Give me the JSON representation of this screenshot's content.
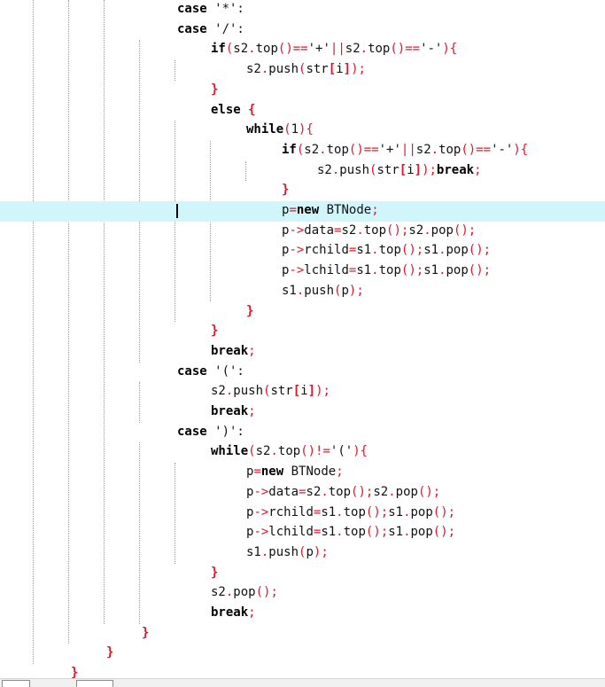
{
  "editor": {
    "highlighted_line": 10,
    "lines": [
      {
        "indent": 4,
        "tokens": [
          {
            "t": "kw",
            "v": "case"
          },
          {
            "t": "tx",
            "v": " '*':"
          }
        ]
      },
      {
        "indent": 4,
        "tokens": [
          {
            "t": "kw",
            "v": "case"
          },
          {
            "t": "tx",
            "v": " '/':"
          }
        ]
      },
      {
        "indent": 5,
        "tokens": [
          {
            "t": "kw",
            "v": "if"
          },
          {
            "t": "op",
            "v": "("
          },
          {
            "t": "id",
            "v": "s2"
          },
          {
            "t": "op",
            "v": "."
          },
          {
            "t": "id",
            "v": "top"
          },
          {
            "t": "op",
            "v": "()=="
          },
          {
            "t": "tx",
            "v": "'+'"
          },
          {
            "t": "op",
            "v": "||"
          },
          {
            "t": "id",
            "v": "s2"
          },
          {
            "t": "op",
            "v": "."
          },
          {
            "t": "id",
            "v": "top"
          },
          {
            "t": "op",
            "v": "()=="
          },
          {
            "t": "tx",
            "v": "'-'"
          },
          {
            "t": "op",
            "v": "){"
          }
        ]
      },
      {
        "indent": 6,
        "tokens": [
          {
            "t": "id",
            "v": "s2"
          },
          {
            "t": "op",
            "v": "."
          },
          {
            "t": "id",
            "v": "push"
          },
          {
            "t": "op",
            "v": "("
          },
          {
            "t": "id",
            "v": "str"
          },
          {
            "t": "br",
            "v": "["
          },
          {
            "t": "id",
            "v": "i"
          },
          {
            "t": "br",
            "v": "]"
          },
          {
            "t": "op",
            "v": ");"
          }
        ]
      },
      {
        "indent": 5,
        "tokens": [
          {
            "t": "br",
            "v": "}"
          }
        ]
      },
      {
        "indent": 5,
        "tokens": [
          {
            "t": "kw",
            "v": "else"
          },
          {
            "t": "tx",
            "v": " "
          },
          {
            "t": "br",
            "v": "{"
          }
        ]
      },
      {
        "indent": 6,
        "tokens": [
          {
            "t": "kw",
            "v": "while"
          },
          {
            "t": "op",
            "v": "("
          },
          {
            "t": "tx",
            "v": "1"
          },
          {
            "t": "op",
            "v": "){"
          }
        ]
      },
      {
        "indent": 7,
        "tokens": [
          {
            "t": "kw",
            "v": "if"
          },
          {
            "t": "op",
            "v": "("
          },
          {
            "t": "id",
            "v": "s2"
          },
          {
            "t": "op",
            "v": "."
          },
          {
            "t": "id",
            "v": "top"
          },
          {
            "t": "op",
            "v": "()=="
          },
          {
            "t": "tx",
            "v": "'+'"
          },
          {
            "t": "op",
            "v": "||"
          },
          {
            "t": "id",
            "v": "s2"
          },
          {
            "t": "op",
            "v": "."
          },
          {
            "t": "id",
            "v": "top"
          },
          {
            "t": "op",
            "v": "()=="
          },
          {
            "t": "tx",
            "v": "'-'"
          },
          {
            "t": "op",
            "v": "){"
          }
        ]
      },
      {
        "indent": 8,
        "tokens": [
          {
            "t": "id",
            "v": "s2"
          },
          {
            "t": "op",
            "v": "."
          },
          {
            "t": "id",
            "v": "push"
          },
          {
            "t": "op",
            "v": "("
          },
          {
            "t": "id",
            "v": "str"
          },
          {
            "t": "br",
            "v": "["
          },
          {
            "t": "id",
            "v": "i"
          },
          {
            "t": "br",
            "v": "]"
          },
          {
            "t": "op",
            "v": ");"
          },
          {
            "t": "kw",
            "v": "break"
          },
          {
            "t": "op",
            "v": ";"
          }
        ]
      },
      {
        "indent": 7,
        "tokens": [
          {
            "t": "br",
            "v": "}"
          }
        ]
      },
      {
        "indent": 7,
        "tokens": [
          {
            "t": "id",
            "v": "p"
          },
          {
            "t": "op",
            "v": "="
          },
          {
            "t": "kw",
            "v": "new"
          },
          {
            "t": "tx",
            "v": " BTNode"
          },
          {
            "t": "op",
            "v": ";"
          }
        ]
      },
      {
        "indent": 7,
        "tokens": [
          {
            "t": "id",
            "v": "p"
          },
          {
            "t": "op",
            "v": "->"
          },
          {
            "t": "id",
            "v": "data"
          },
          {
            "t": "op",
            "v": "="
          },
          {
            "t": "id",
            "v": "s2"
          },
          {
            "t": "op",
            "v": "."
          },
          {
            "t": "id",
            "v": "top"
          },
          {
            "t": "op",
            "v": "();"
          },
          {
            "t": "id",
            "v": "s2"
          },
          {
            "t": "op",
            "v": "."
          },
          {
            "t": "id",
            "v": "pop"
          },
          {
            "t": "op",
            "v": "();"
          }
        ]
      },
      {
        "indent": 7,
        "tokens": [
          {
            "t": "id",
            "v": "p"
          },
          {
            "t": "op",
            "v": "->"
          },
          {
            "t": "id",
            "v": "rchild"
          },
          {
            "t": "op",
            "v": "="
          },
          {
            "t": "id",
            "v": "s1"
          },
          {
            "t": "op",
            "v": "."
          },
          {
            "t": "id",
            "v": "top"
          },
          {
            "t": "op",
            "v": "();"
          },
          {
            "t": "id",
            "v": "s1"
          },
          {
            "t": "op",
            "v": "."
          },
          {
            "t": "id",
            "v": "pop"
          },
          {
            "t": "op",
            "v": "();"
          }
        ]
      },
      {
        "indent": 7,
        "tokens": [
          {
            "t": "id",
            "v": "p"
          },
          {
            "t": "op",
            "v": "->"
          },
          {
            "t": "id",
            "v": "lchild"
          },
          {
            "t": "op",
            "v": "="
          },
          {
            "t": "id",
            "v": "s1"
          },
          {
            "t": "op",
            "v": "."
          },
          {
            "t": "id",
            "v": "top"
          },
          {
            "t": "op",
            "v": "();"
          },
          {
            "t": "id",
            "v": "s1"
          },
          {
            "t": "op",
            "v": "."
          },
          {
            "t": "id",
            "v": "pop"
          },
          {
            "t": "op",
            "v": "();"
          }
        ]
      },
      {
        "indent": 7,
        "tokens": [
          {
            "t": "id",
            "v": "s1"
          },
          {
            "t": "op",
            "v": "."
          },
          {
            "t": "id",
            "v": "push"
          },
          {
            "t": "op",
            "v": "("
          },
          {
            "t": "id",
            "v": "p"
          },
          {
            "t": "op",
            "v": ");"
          }
        ]
      },
      {
        "indent": 6,
        "tokens": [
          {
            "t": "br",
            "v": "}"
          }
        ]
      },
      {
        "indent": 5,
        "tokens": [
          {
            "t": "br",
            "v": "}"
          }
        ]
      },
      {
        "indent": 5,
        "tokens": [
          {
            "t": "kw",
            "v": "break"
          },
          {
            "t": "op",
            "v": ";"
          }
        ]
      },
      {
        "indent": 4,
        "tokens": [
          {
            "t": "kw",
            "v": "case"
          },
          {
            "t": "tx",
            "v": " '(':"
          }
        ]
      },
      {
        "indent": 5,
        "tokens": [
          {
            "t": "id",
            "v": "s2"
          },
          {
            "t": "op",
            "v": "."
          },
          {
            "t": "id",
            "v": "push"
          },
          {
            "t": "op",
            "v": "("
          },
          {
            "t": "id",
            "v": "str"
          },
          {
            "t": "br",
            "v": "["
          },
          {
            "t": "id",
            "v": "i"
          },
          {
            "t": "br",
            "v": "]"
          },
          {
            "t": "op",
            "v": ");"
          }
        ]
      },
      {
        "indent": 5,
        "tokens": [
          {
            "t": "kw",
            "v": "break"
          },
          {
            "t": "op",
            "v": ";"
          }
        ]
      },
      {
        "indent": 4,
        "tokens": [
          {
            "t": "kw",
            "v": "case"
          },
          {
            "t": "tx",
            "v": " ')':"
          }
        ]
      },
      {
        "indent": 5,
        "tokens": [
          {
            "t": "kw",
            "v": "while"
          },
          {
            "t": "op",
            "v": "("
          },
          {
            "t": "id",
            "v": "s2"
          },
          {
            "t": "op",
            "v": "."
          },
          {
            "t": "id",
            "v": "top"
          },
          {
            "t": "op",
            "v": "()!="
          },
          {
            "t": "tx",
            "v": "'('"
          },
          {
            "t": "op",
            "v": "){"
          }
        ]
      },
      {
        "indent": 6,
        "tokens": [
          {
            "t": "id",
            "v": "p"
          },
          {
            "t": "op",
            "v": "="
          },
          {
            "t": "kw",
            "v": "new"
          },
          {
            "t": "tx",
            "v": " BTNode"
          },
          {
            "t": "op",
            "v": ";"
          }
        ]
      },
      {
        "indent": 6,
        "tokens": [
          {
            "t": "id",
            "v": "p"
          },
          {
            "t": "op",
            "v": "->"
          },
          {
            "t": "id",
            "v": "data"
          },
          {
            "t": "op",
            "v": "="
          },
          {
            "t": "id",
            "v": "s2"
          },
          {
            "t": "op",
            "v": "."
          },
          {
            "t": "id",
            "v": "top"
          },
          {
            "t": "op",
            "v": "();"
          },
          {
            "t": "id",
            "v": "s2"
          },
          {
            "t": "op",
            "v": "."
          },
          {
            "t": "id",
            "v": "pop"
          },
          {
            "t": "op",
            "v": "();"
          }
        ]
      },
      {
        "indent": 6,
        "tokens": [
          {
            "t": "id",
            "v": "p"
          },
          {
            "t": "op",
            "v": "->"
          },
          {
            "t": "id",
            "v": "rchild"
          },
          {
            "t": "op",
            "v": "="
          },
          {
            "t": "id",
            "v": "s1"
          },
          {
            "t": "op",
            "v": "."
          },
          {
            "t": "id",
            "v": "top"
          },
          {
            "t": "op",
            "v": "();"
          },
          {
            "t": "id",
            "v": "s1"
          },
          {
            "t": "op",
            "v": "."
          },
          {
            "t": "id",
            "v": "pop"
          },
          {
            "t": "op",
            "v": "();"
          }
        ]
      },
      {
        "indent": 6,
        "tokens": [
          {
            "t": "id",
            "v": "p"
          },
          {
            "t": "op",
            "v": "->"
          },
          {
            "t": "id",
            "v": "lchild"
          },
          {
            "t": "op",
            "v": "="
          },
          {
            "t": "id",
            "v": "s1"
          },
          {
            "t": "op",
            "v": "."
          },
          {
            "t": "id",
            "v": "top"
          },
          {
            "t": "op",
            "v": "();"
          },
          {
            "t": "id",
            "v": "s1"
          },
          {
            "t": "op",
            "v": "."
          },
          {
            "t": "id",
            "v": "pop"
          },
          {
            "t": "op",
            "v": "();"
          }
        ]
      },
      {
        "indent": 6,
        "tokens": [
          {
            "t": "id",
            "v": "s1"
          },
          {
            "t": "op",
            "v": "."
          },
          {
            "t": "id",
            "v": "push"
          },
          {
            "t": "op",
            "v": "("
          },
          {
            "t": "id",
            "v": "p"
          },
          {
            "t": "op",
            "v": ");"
          }
        ]
      },
      {
        "indent": 5,
        "tokens": [
          {
            "t": "br",
            "v": "}"
          }
        ]
      },
      {
        "indent": 5,
        "tokens": [
          {
            "t": "id",
            "v": "s2"
          },
          {
            "t": "op",
            "v": "."
          },
          {
            "t": "id",
            "v": "pop"
          },
          {
            "t": "op",
            "v": "();"
          }
        ]
      },
      {
        "indent": 5,
        "tokens": [
          {
            "t": "kw",
            "v": "break"
          },
          {
            "t": "op",
            "v": ";"
          }
        ]
      },
      {
        "indent": 3,
        "tokens": [
          {
            "t": "br",
            "v": "}"
          }
        ]
      },
      {
        "indent": 2,
        "tokens": [
          {
            "t": "br",
            "v": "}"
          }
        ]
      },
      {
        "indent": 1,
        "tokens": [
          {
            "t": "br",
            "v": "}"
          }
        ]
      }
    ]
  },
  "colors": {
    "keyword": "#000000",
    "operator": "#e0162b",
    "current_line_highlight": "#d0f6fb"
  }
}
